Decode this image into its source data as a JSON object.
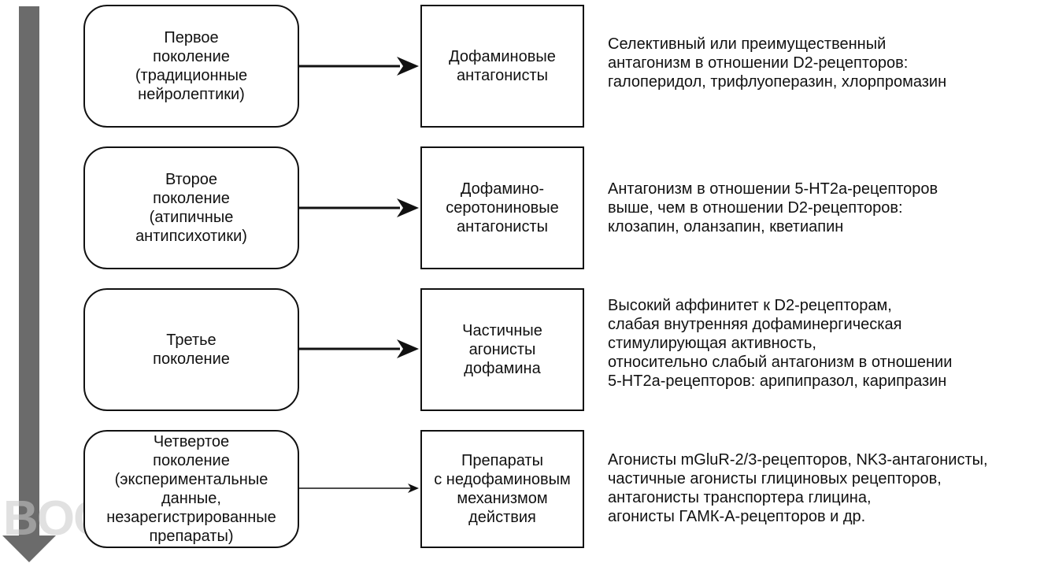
{
  "rows": [
    {
      "generation": "Первое\nпоколение\n(традиционные\nнейролептики)",
      "mechanism": "Дофаминовые\nантагонисты",
      "description": "Селективный или преимущественный\nантагонизм в отношении D2-рецепторов:\nгалоперидол, трифлуоперазин, хлорпромазин"
    },
    {
      "generation": "Второе\nпоколение\n(атипичные\nантипсихотики)",
      "mechanism": "Дофамино-\nсеротониновые\nантагонисты",
      "description": "Антагонизм в отношении 5-HT2a-рецепторов\nвыше, чем в отношении D2-рецепторов:\nклозапин, оланзапин, кветиапин"
    },
    {
      "generation": "Третье\nпоколение",
      "mechanism": "Частичные\nагонисты\nдофамина",
      "description": "Высокий аффинитет к D2-рецепторам,\nслабая внутренняя дофаминергическая\nстимулирующая активность,\nотносительно слабый антагонизм в отношении\n5-HT2a-рецепторов: арипипразол, карипразин"
    },
    {
      "generation": "Четвертое\nпоколение\n(экспериментальные\nданные,\nнезарегистрированные\nпрепараты)",
      "mechanism": "Препараты\nс недофаминовым\nмеханизмом\nдействия",
      "description": "Агонисты mGluR-2/3-рецепторов, NK3-антагонисты,\nчастичные агонисты глициновых рецепторов,\nантагонисты транспортера глицина,\nагонисты ГАМК-А-рецепторов и др."
    }
  ],
  "watermark": "BOOK UP",
  "colors": {
    "timeline": "#6b6b6b",
    "border": "#111111"
  }
}
